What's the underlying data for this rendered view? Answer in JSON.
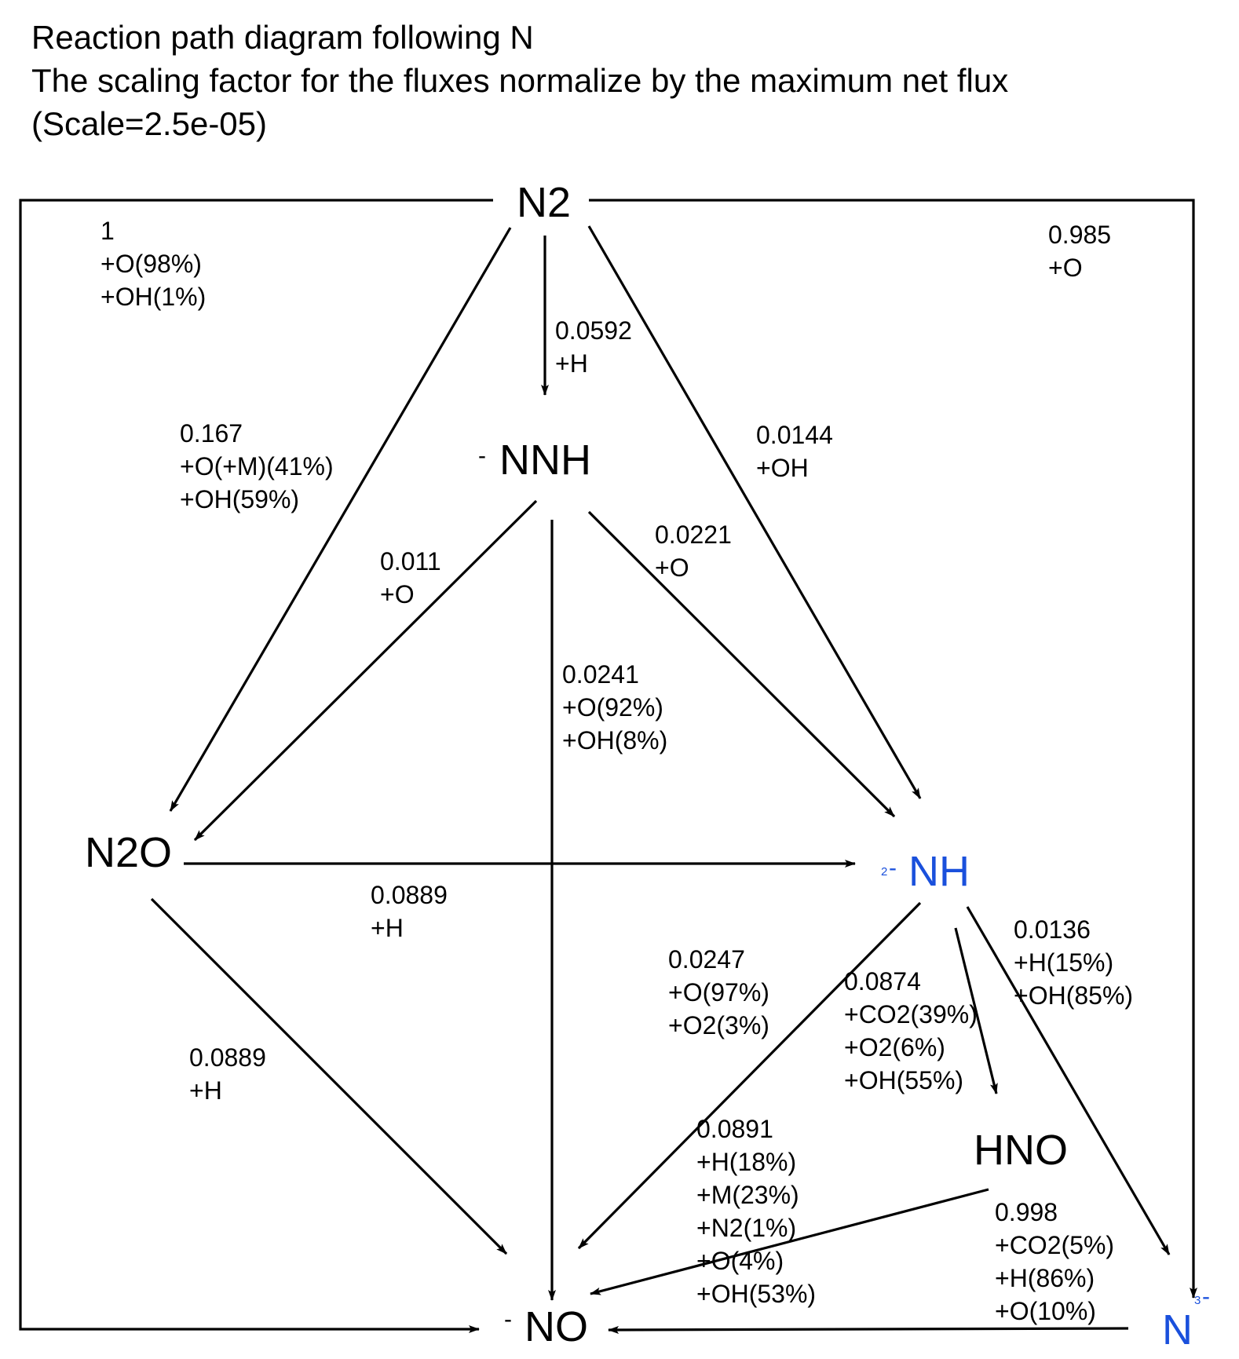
{
  "title": {
    "lines": [
      "Reaction path diagram following N",
      "The scaling factor for the fluxes normalize by the maximum net flux",
      "(Scale=2.5e-05)"
    ]
  },
  "nodes": {
    "n2": {
      "label": "N2",
      "charge": "",
      "charge_super": "",
      "color": "#000000"
    },
    "nnh": {
      "label": "NNH",
      "charge": "-",
      "charge_super": "",
      "color": "#000000"
    },
    "n2o": {
      "label": "N2O",
      "charge": "",
      "charge_super": "",
      "color": "#000000"
    },
    "nh": {
      "label": "NH",
      "charge": "-",
      "charge_super": "2",
      "color": "#1a50dc"
    },
    "hno": {
      "label": "HNO",
      "charge": "",
      "charge_super": "",
      "color": "#000000"
    },
    "no": {
      "label": "NO",
      "charge": "-",
      "charge_super": "",
      "color": "#000000"
    },
    "n": {
      "label": "N",
      "charge": "-",
      "charge_super": "3",
      "color": "#1a50dc"
    }
  },
  "edges": [
    {
      "id": "n2-no",
      "from": "N2",
      "to": "NO",
      "flux": "1",
      "details": [
        "+O(98%)",
        "+OH(1%)"
      ]
    },
    {
      "id": "n2-n",
      "from": "N2",
      "to": "N",
      "flux": "0.985",
      "details": [
        "+O"
      ]
    },
    {
      "id": "n2-nnh",
      "from": "N2",
      "to": "NNH",
      "flux": "0.0592",
      "details": [
        "+H"
      ]
    },
    {
      "id": "n2-n2o",
      "from": "N2",
      "to": "N2O",
      "flux": "0.167",
      "details": [
        "+O(+M)(41%)",
        "+OH(59%)"
      ]
    },
    {
      "id": "n2-nh",
      "from": "N2",
      "to": "NH",
      "flux": "0.0144",
      "details": [
        "+OH"
      ]
    },
    {
      "id": "nnh-n2o",
      "from": "NNH",
      "to": "N2O",
      "flux": "0.011",
      "details": [
        "+O"
      ]
    },
    {
      "id": "nnh-nh",
      "from": "NNH",
      "to": "NH",
      "flux": "0.0221",
      "details": [
        "+O"
      ]
    },
    {
      "id": "nnh-no",
      "from": "NNH",
      "to": "NO",
      "flux": "0.0241",
      "details": [
        "+O(92%)",
        "+OH(8%)"
      ]
    },
    {
      "id": "n2o-nh",
      "from": "N2O",
      "to": "NH",
      "flux": "0.0889",
      "details": [
        "+H"
      ]
    },
    {
      "id": "n2o-no",
      "from": "N2O",
      "to": "NO",
      "flux": "0.0889",
      "details": [
        "+H"
      ]
    },
    {
      "id": "nh-no",
      "from": "NH",
      "to": "NO",
      "flux": "0.0247",
      "details": [
        "+O(97%)",
        "+O2(3%)"
      ]
    },
    {
      "id": "nh-hno",
      "from": "NH",
      "to": "HNO",
      "flux": "0.0874",
      "details": [
        "+CO2(39%)",
        "+O2(6%)",
        "+OH(55%)"
      ]
    },
    {
      "id": "nh-n",
      "from": "NH",
      "to": "N",
      "flux": "0.0136",
      "details": [
        "+H(15%)",
        "+OH(85%)"
      ]
    },
    {
      "id": "hno-no",
      "from": "HNO",
      "to": "NO",
      "flux": "0.0891",
      "details": [
        "+H(18%)",
        "+M(23%)",
        "+N2(1%)",
        "+O(4%)",
        "+OH(53%)"
      ]
    },
    {
      "id": "n-no",
      "from": "N",
      "to": "NO",
      "flux": "0.998",
      "details": [
        "+CO2(5%)",
        "+H(86%)",
        "+O(10%)"
      ]
    }
  ]
}
